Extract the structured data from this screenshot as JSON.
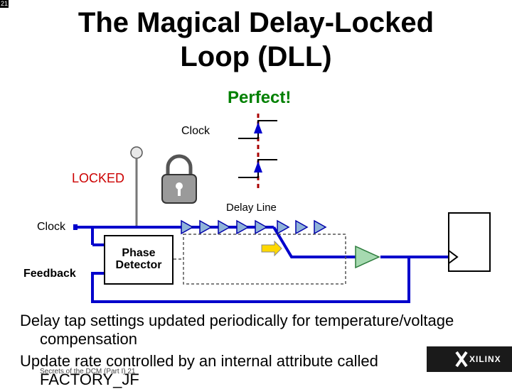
{
  "slide_number": "21",
  "title_line1": "The Magical Delay-Locked",
  "title_line2": "Loop (DLL)",
  "perfect_label": "Perfect!",
  "clock_label_top": "Clock",
  "locked_label": "LOCKED",
  "delay_line_label": "Delay Line",
  "clock_label_input": "Clock",
  "feedback_label": "Feedback",
  "phase_detector_line1": "Phase",
  "phase_detector_line2": "Detector",
  "bullets": [
    "Delay tap settings updated periodically for temperature/voltage",
    "compensation",
    "Update rate controlled by an internal attribute called",
    "FACTORY_JF"
  ],
  "footer_text": "Secrets of the DCM (Part I) 21",
  "logo_text": "XILINX",
  "colors": {
    "perfect": "#008000",
    "locked": "#cc0000",
    "wire": "#0000cc",
    "buffer_fill": "#8fb3d9",
    "output_buffer": "#a6d9b0",
    "arrow_fill": "#ffd800"
  }
}
